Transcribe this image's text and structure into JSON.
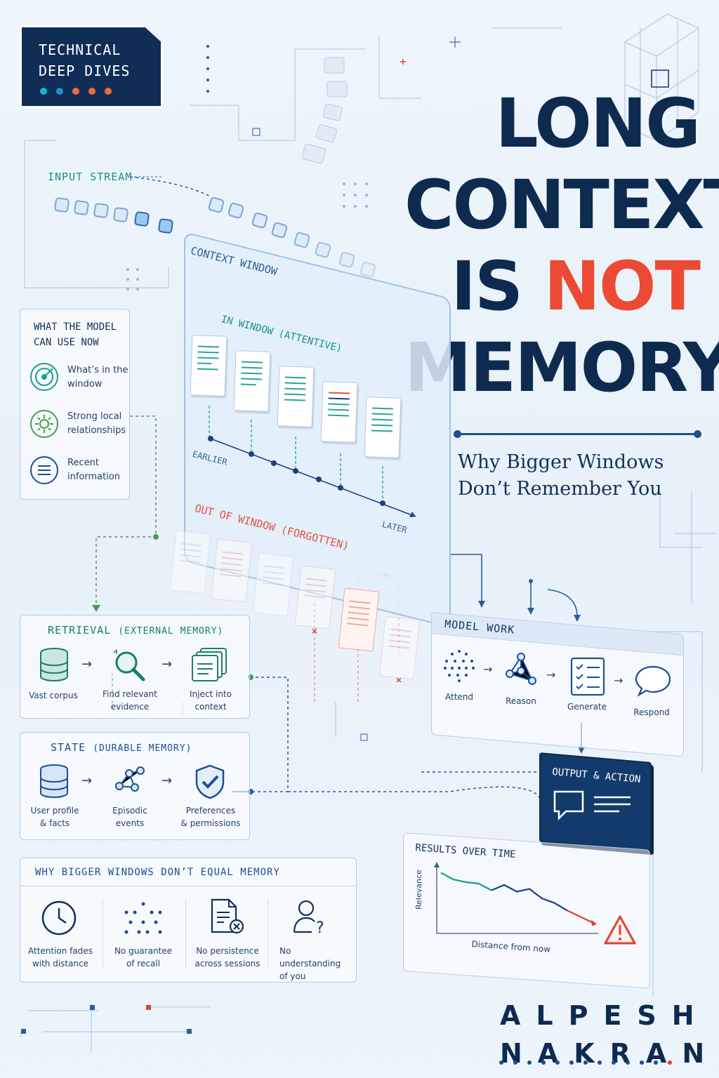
{
  "badge": {
    "line1": "TECHNICAL",
    "line2": "DEEP DIVES",
    "dot_colors": [
      "#1fb3c9",
      "#1f8fd0",
      "#f26b3a",
      "#f26b3a",
      "#f26b3a"
    ]
  },
  "title": {
    "line1": "LONG",
    "line2": "CONTEXT",
    "line3_a": "IS ",
    "line3_b": "NOT",
    "line4": "MEMORY"
  },
  "subtitle": {
    "line1": "Why Bigger Windows",
    "line2": "Don’t Remember You"
  },
  "input_stream": "INPUT STREAM",
  "context": {
    "label": "CONTEXT WINDOW",
    "in_window": "IN WINDOW (ATTENTIVE)",
    "earlier": "EARLIER",
    "later": "LATER",
    "out_window": "OUT OF WINDOW (FORGOTTEN)"
  },
  "model_now": {
    "title_line1": "WHAT THE MODEL",
    "title_line2": "CAN USE NOW",
    "items": [
      {
        "icon": "target-icon",
        "line1": "What’s in the",
        "line2": "window"
      },
      {
        "icon": "sun-icon",
        "line1": "Strong local",
        "line2": "relationships"
      },
      {
        "icon": "list-icon",
        "line1": "Recent",
        "line2": "information"
      }
    ]
  },
  "retrieval": {
    "title": "RETRIEVAL",
    "subtitle": "(EXTERNAL MEMORY)",
    "steps": [
      {
        "icon": "database-icon",
        "line1": "Vast corpus",
        "line2": ""
      },
      {
        "icon": "magnifier-icon",
        "line1": "Find relevant",
        "line2": "evidence"
      },
      {
        "icon": "stack-icon",
        "line1": "Inject into",
        "line2": "context"
      }
    ]
  },
  "state": {
    "title": "STATE",
    "subtitle": "(DURABLE MEMORY)",
    "steps": [
      {
        "icon": "database-icon",
        "line1": "User profile",
        "line2": "& facts"
      },
      {
        "icon": "graph-icon",
        "line1": "Episodic",
        "line2": "events"
      },
      {
        "icon": "shield-check-icon",
        "line1": "Preferences",
        "line2": "& permissions"
      }
    ]
  },
  "why": {
    "title": "WHY BIGGER WINDOWS DON’T EQUAL MEMORY",
    "items": [
      {
        "icon": "clock-icon",
        "line1": "Attention fades",
        "line2": "with distance"
      },
      {
        "icon": "dots-grid-icon",
        "line1": "No guarantee",
        "line2": "of recall"
      },
      {
        "icon": "doc-x-icon",
        "line1": "No persistence",
        "line2": "across sessions"
      },
      {
        "icon": "user-question-icon",
        "line1": "No understanding",
        "line2": "of you"
      }
    ]
  },
  "model_work": {
    "title": "MODEL WORK",
    "steps": [
      {
        "icon": "dots-circle-icon",
        "label": "Attend"
      },
      {
        "icon": "network-icon",
        "label": "Reason"
      },
      {
        "icon": "checklist-icon",
        "label": "Generate"
      },
      {
        "icon": "speech-bubble-icon",
        "label": "Respond"
      }
    ]
  },
  "output": {
    "title": "OUTPUT & ACTION"
  },
  "results": {
    "title": "RESULTS OVER TIME",
    "ylabel": "Relevance",
    "xlabel": "Distance from now",
    "series_teal": [
      0.9,
      0.8,
      0.76,
      0.74,
      0.64
    ],
    "series_navy": [
      0.64,
      0.72,
      0.62,
      0.66,
      0.52,
      0.45,
      0.34
    ],
    "series_red": [
      0.34,
      0.25,
      0.16
    ],
    "colors": {
      "teal": "#1b9d8f",
      "navy": "#1c3f84",
      "red": "#e2412f"
    }
  },
  "author": {
    "line1": "ALPESH",
    "line2": "NAKRANI"
  }
}
